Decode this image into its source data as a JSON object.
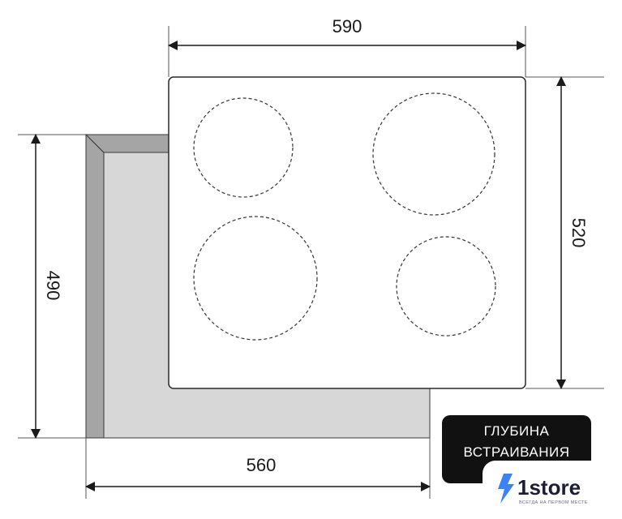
{
  "dimensions": {
    "panel_width": "590",
    "panel_depth": "520",
    "cutout_width": "560",
    "cutout_depth": "490"
  },
  "badge": {
    "line1": "ГЛУБИНА",
    "line2": "ВСТРАИВАНИЯ"
  },
  "logo": {
    "name": "1store",
    "tagline": "ВСЕГДА НА ПЕРВОМ МЕСТЕ",
    "icon": "lightning-bolt-icon",
    "brand_color": "#3b82f6"
  },
  "colors": {
    "cutout_fill": "#d7d7d7",
    "cutout_edge": "#a5a5a5",
    "badge_bg": "#111111"
  }
}
